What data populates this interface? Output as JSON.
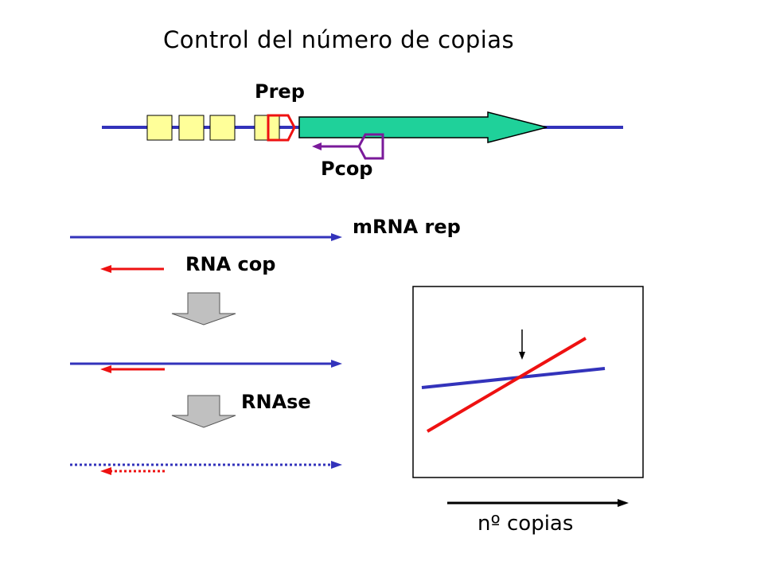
{
  "title": "Control del número de copias",
  "labels": {
    "prep": "Prep",
    "pcop": "Pcop",
    "mrna_rep": "mRNA rep",
    "rna_cop": "RNA cop",
    "rnase": "RNAse",
    "n_copias": "nº copias"
  },
  "colors": {
    "dna_blue": "#3333bb",
    "gene_green": "#1fd19a",
    "box_yellow": "#ffff99",
    "promoter_red": "#ee1111",
    "pcop_purple": "#7a1a9a",
    "rna_red": "#ee1111",
    "step_arrow_gray": "#c0c0c0"
  }
}
